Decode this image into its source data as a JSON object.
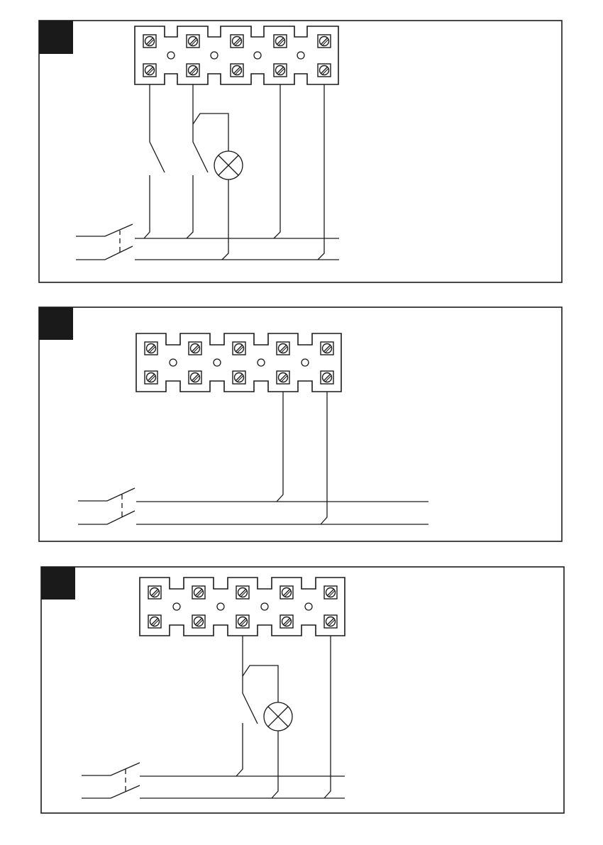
{
  "page": {
    "background": "#ffffff",
    "line_color": "#1a1a1a",
    "marker_color": "#1a1a1a"
  },
  "panels": [
    {
      "id": "panel-1",
      "terminals": 5,
      "components": [
        "terminal-block",
        "switch-1",
        "switch-2",
        "lamp",
        "main-switch"
      ]
    },
    {
      "id": "panel-2",
      "terminals": 5,
      "components": [
        "terminal-block",
        "main-switch"
      ]
    },
    {
      "id": "panel-3",
      "terminals": 5,
      "components": [
        "terminal-block",
        "switch-1",
        "lamp",
        "main-switch"
      ]
    }
  ]
}
